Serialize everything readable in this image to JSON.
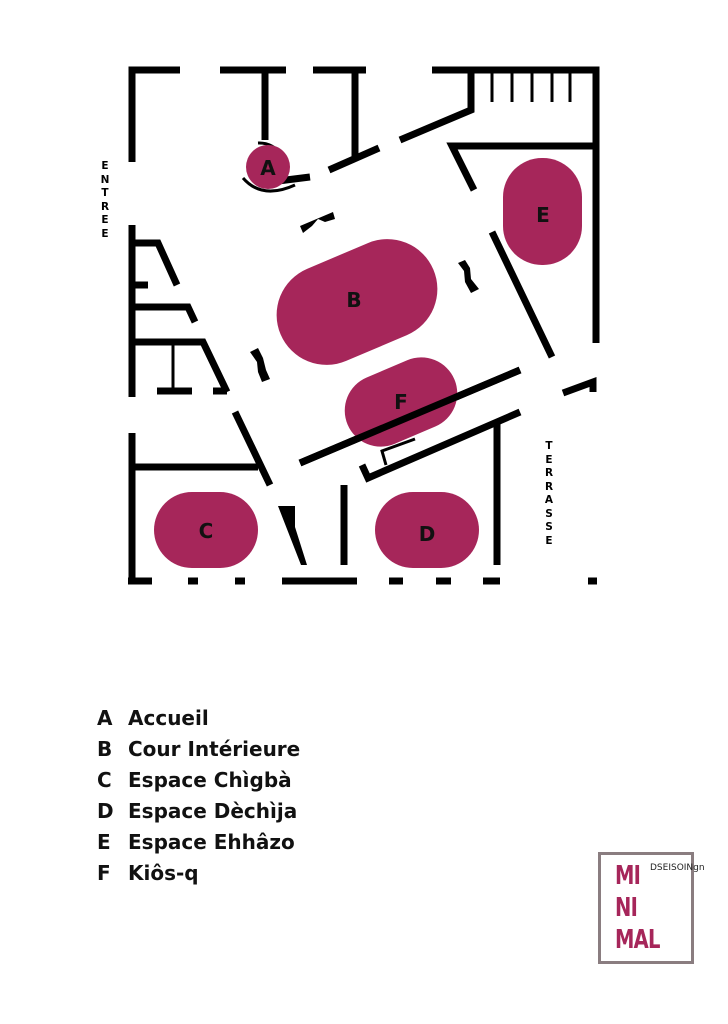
{
  "plan": {
    "labels": {
      "entree": "ENTREE",
      "terrasse": "TERRASSE"
    },
    "zones": [
      {
        "key": "A"
      },
      {
        "key": "B"
      },
      {
        "key": "C"
      },
      {
        "key": "D"
      },
      {
        "key": "E"
      },
      {
        "key": "F"
      }
    ],
    "zone_color": "#a6265a"
  },
  "legend": [
    {
      "key": "A",
      "label": "Accueil"
    },
    {
      "key": "B",
      "label": "Cour Intérieure"
    },
    {
      "key": "C",
      "label": "Espace Chìgbà"
    },
    {
      "key": "D",
      "label": "Espace Dèchìja"
    },
    {
      "key": "E",
      "label": "Espace Ehhâzo"
    },
    {
      "key": "F",
      "label": "Kiôs-q"
    }
  ],
  "logo": {
    "big": [
      "MI",
      "NI",
      "MAL"
    ],
    "small": "DSEISOINgn"
  }
}
